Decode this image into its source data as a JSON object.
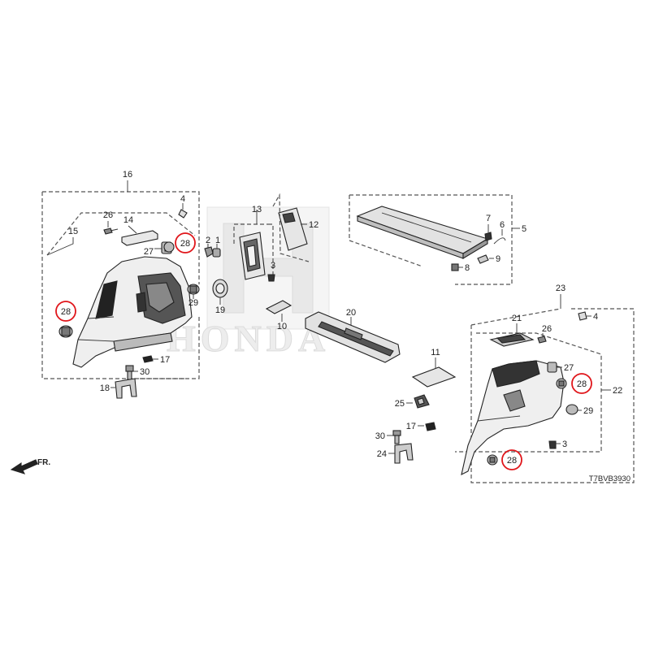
{
  "diagram": {
    "code": "T7BVB3930",
    "front_label": "FR.",
    "watermark_text": "HONDA",
    "highlight_color": "#e0161b"
  },
  "callouts": {
    "c1": "1",
    "c2": "2",
    "c3a": "3",
    "c3b": "3",
    "c4a": "4",
    "c4b": "4",
    "c5": "5",
    "c6": "6",
    "c7": "7",
    "c8": "8",
    "c9": "9",
    "c10": "10",
    "c11": "11",
    "c12": "12",
    "c13": "13",
    "c14": "14",
    "c15": "15",
    "c16": "16",
    "c17a": "17",
    "c17b": "17",
    "c18": "18",
    "c19": "19",
    "c20": "20",
    "c21": "21",
    "c22": "22",
    "c23": "23",
    "c24": "24",
    "c25": "25",
    "c26a": "26",
    "c26b": "26",
    "c27a": "27",
    "c27b": "27",
    "c28a": "28",
    "c28b": "28",
    "c28c": "28",
    "c28d": "28",
    "c29a": "29",
    "c29b": "29",
    "c30a": "30",
    "c30b": "30"
  }
}
